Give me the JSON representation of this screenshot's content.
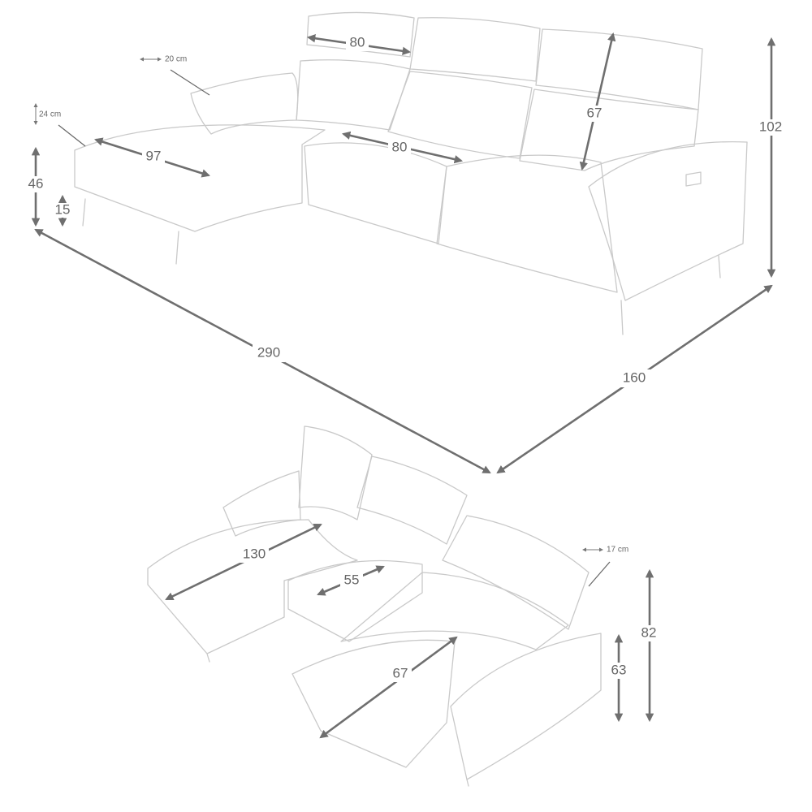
{
  "top_view": {
    "headrest_width": "80",
    "back_height": "67",
    "total_height": "102",
    "seat_width": "80",
    "chaise_depth": "97",
    "seat_height": "46",
    "leg_height": "15",
    "total_length": "290",
    "chaise_length": "160",
    "armrest_width": "20 cm",
    "armrest_height": "24 cm"
  },
  "bottom_view": {
    "chaise_depth": "130",
    "seat_depth": "55",
    "reclined_depth": "67",
    "reclined_height": "82",
    "armrest_height": "63",
    "armrest_width": "17 cm"
  }
}
